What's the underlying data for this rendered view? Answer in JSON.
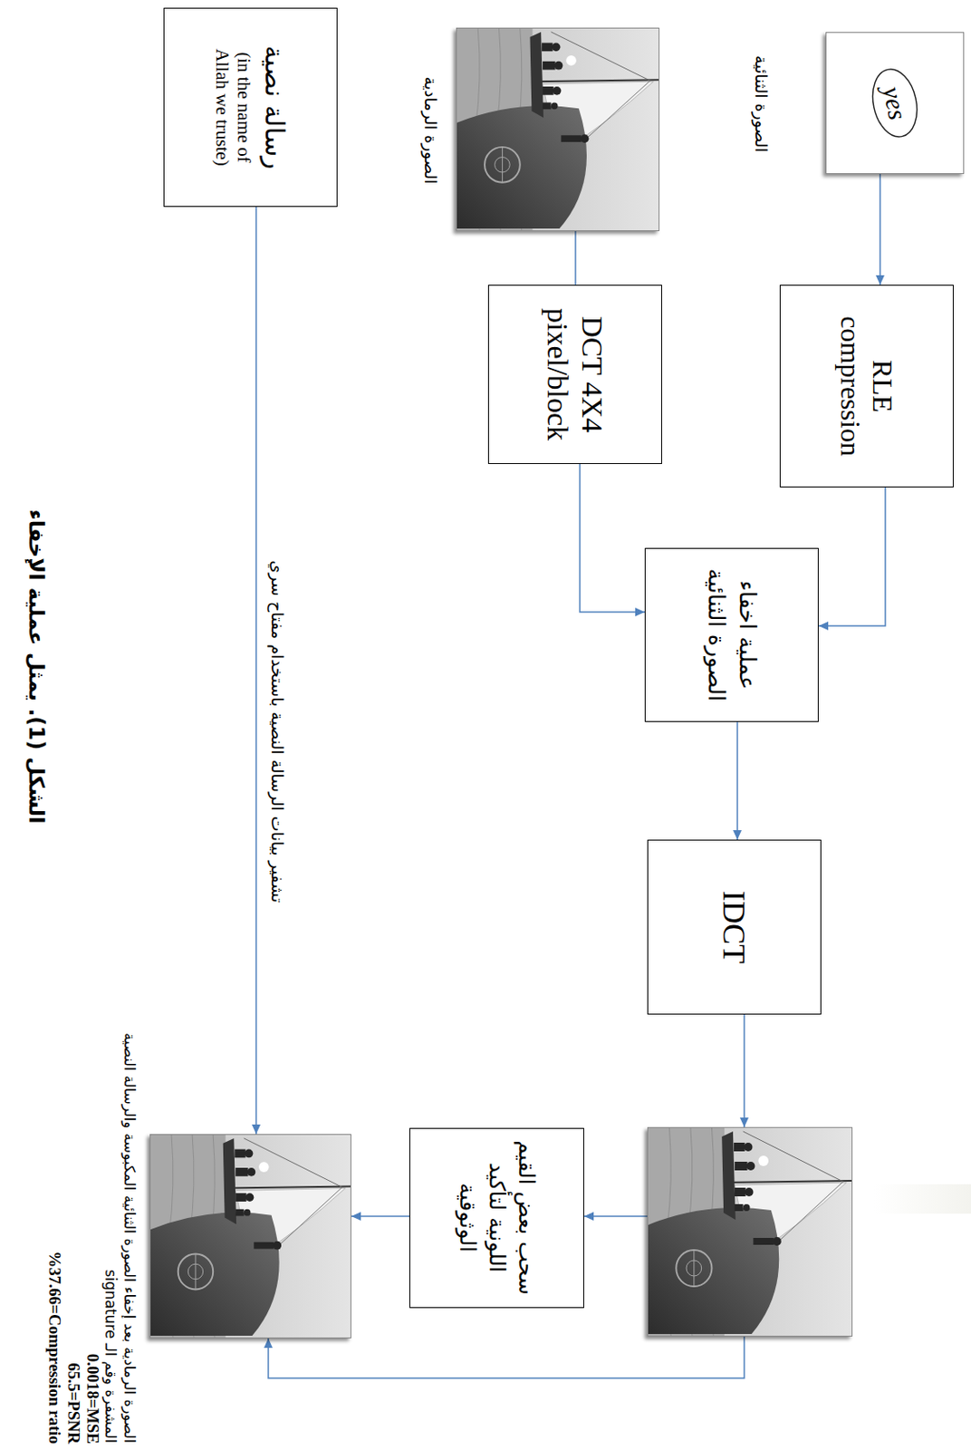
{
  "diagram": {
    "caption": "الشكل (1). يمثل عملية الإخفاء",
    "nodes": [
      {
        "text": [
          "yes",
          "الصورة الثنائية"
        ]
      },
      {
        "text": [
          "RLE compression"
        ]
      },
      {
        "text": [
          "الصورة الرمادية"
        ]
      },
      {
        "text": [
          "DCT 4X4 pixel/block"
        ]
      },
      {
        "text": [
          "عملية اخفاء الصورة الثنائية"
        ]
      },
      {
        "text": [
          "IDCT"
        ]
      },
      {
        "text": []
      },
      {
        "text": [
          "سحب بعض القيم اللونية لتأكيد الوثوقية"
        ]
      },
      {
        "text": [
          "رسالة نصية",
          "(in the name of Allah we truste)"
        ]
      },
      {
        "text": [
          "الصورة الرمادية بعد إخفاء الصورة الثنائية المكبوسة والرسالة النصية المشفرة وقم الـ signature"
        ]
      }
    ],
    "edges": [
      {
        "from": 0,
        "to": 1,
        "arrow": "to"
      },
      {
        "from": 1,
        "to": 4,
        "arrow": "to"
      },
      {
        "from": 2,
        "to": 3,
        "arrow": "none"
      },
      {
        "from": 3,
        "to": 4,
        "arrow": "to"
      },
      {
        "from": 4,
        "to": 5,
        "arrow": "to"
      },
      {
        "from": 5,
        "to": 6,
        "arrow": "to"
      },
      {
        "from": 6,
        "to": 7,
        "arrow": "to"
      },
      {
        "from": 7,
        "to": 9,
        "arrow": "to"
      },
      {
        "from": 6,
        "to": 9,
        "arrow": "to"
      },
      {
        "from": 8,
        "to": 9,
        "label": "تشفير بيانات الرسالة النصية باستخدام مفتاح سري",
        "arrow": "to"
      }
    ],
    "labels": [
      "0.0018=MSE",
      "65.5=PSNR",
      "%37.66=Compression ratio"
    ]
  }
}
